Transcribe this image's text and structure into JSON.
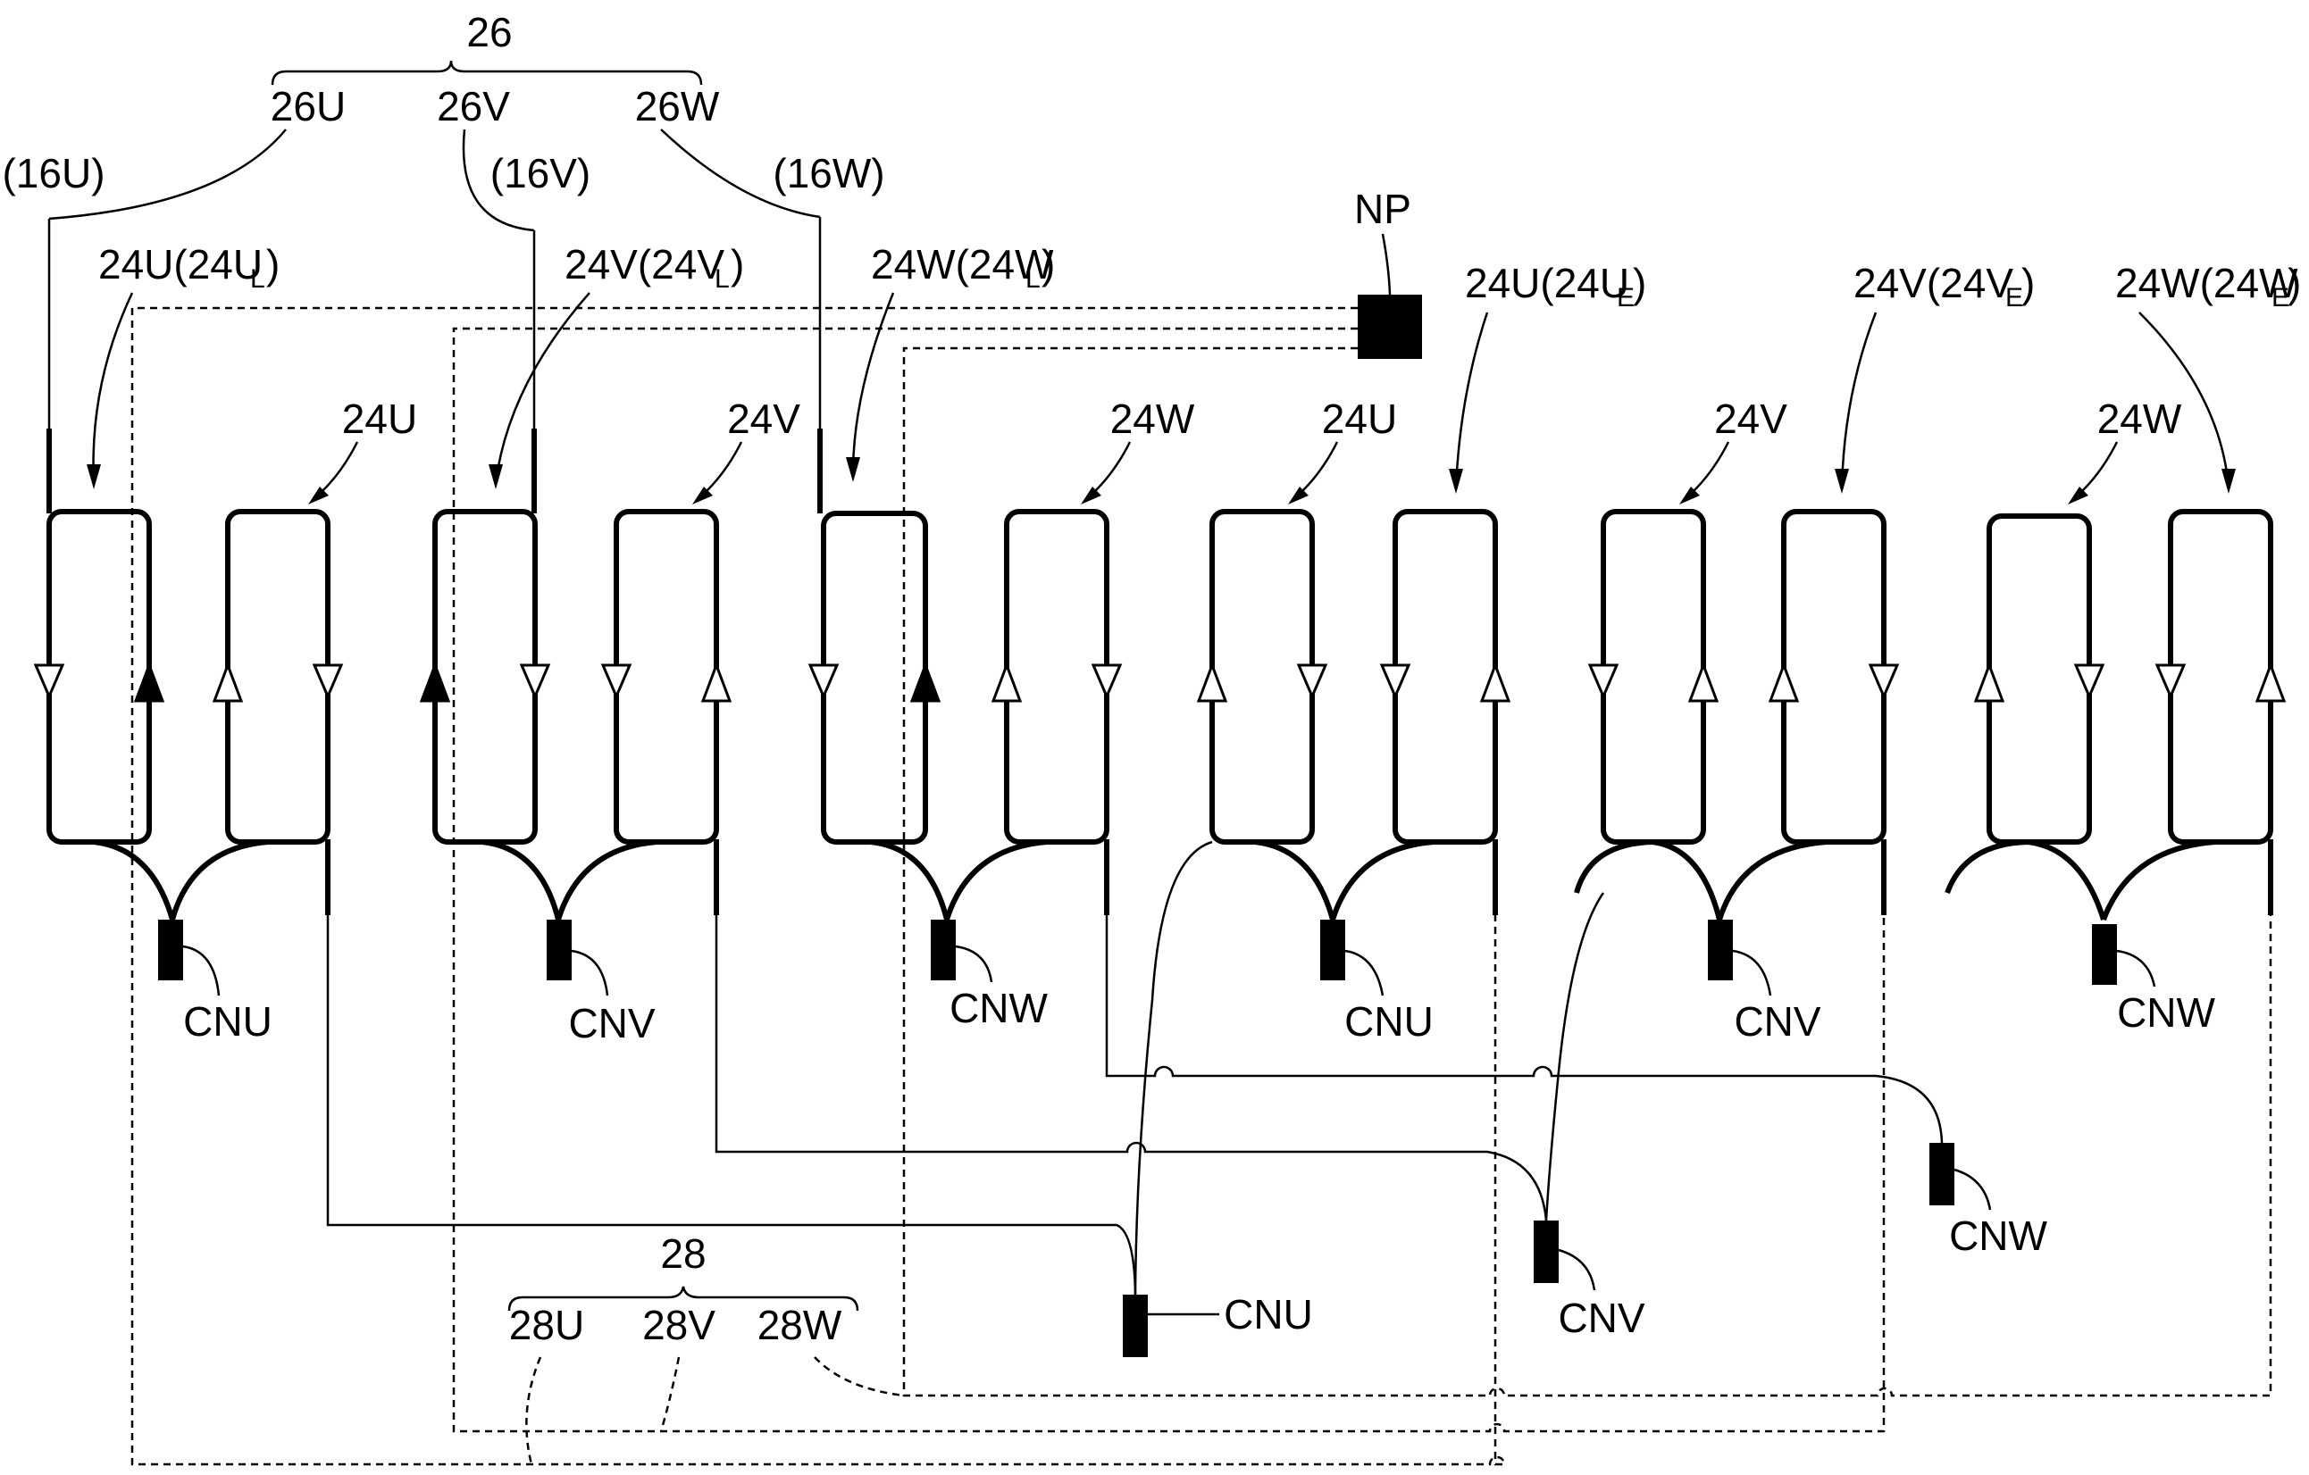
{
  "labels": {
    "group_26": "26",
    "u26": "26U",
    "v26": "26V",
    "w26": "26W",
    "u16": "(16U)",
    "v16": "(16V)",
    "w16": "(16W)",
    "np": "NP",
    "coil_u_lead": "24U(24U",
    "coil_u_lead_sub": "L",
    "coil_u_lead_close": ")",
    "coil_v_lead": "24V(24V",
    "coil_v_lead_sub": "L",
    "coil_v_lead_close": ")",
    "coil_w_lead": "24W(24W",
    "coil_w_lead_sub": "L",
    "coil_w_lead_close": ")",
    "coil_u_end": "24U(24U",
    "coil_u_end_sub": "E",
    "coil_u_end_close": ")",
    "coil_v_end": "24V(24V",
    "coil_v_end_sub": "E",
    "coil_v_end_close": ")",
    "coil_w_end": "24W(24W",
    "coil_w_end_sub": "E",
    "coil_w_end_close": ")",
    "c24u_1": "24U",
    "c24v_1": "24V",
    "c24w_1": "24W",
    "c24u_2": "24U",
    "c24v_2": "24V",
    "c24w_2": "24W",
    "cnu_1": "CNU",
    "cnv_1": "CNV",
    "cnw_1": "CNW",
    "cnu_2": "CNU",
    "cnv_2": "CNV",
    "cnw_2": "CNW",
    "cnu_3": "CNU",
    "cnv_3": "CNV",
    "cnw_3": "CNW",
    "group_28": "28",
    "u28": "28U",
    "v28": "28V",
    "w28": "28W"
  }
}
